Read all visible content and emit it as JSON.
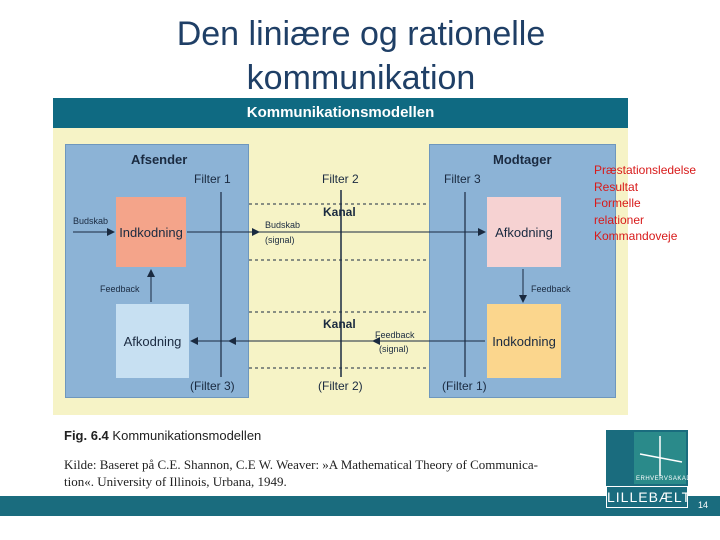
{
  "slide": {
    "title_line1": "Den liniære og rationelle",
    "title_line2": "kommunikation",
    "page_number": "14"
  },
  "figure": {
    "header": "Kommunikationsmodellen",
    "sender": {
      "label": "Afsender",
      "filter": "Filter 1",
      "filter_return": "(Filter 3)",
      "input_label": "Budskab",
      "encode_box": "Indkodning",
      "feedback_label": "Feedback",
      "decode_box": "Afkodning"
    },
    "channel": {
      "filter": "Filter 2",
      "filter_return": "(Filter 2)",
      "label_top": "Kanal",
      "message": "Budskab",
      "message_signal": "(signal)",
      "label_bottom": "Kanal",
      "feedback": "Feedback",
      "feedback_signal": "(signal)"
    },
    "receiver": {
      "label": "Modtager",
      "filter": "Filter 3",
      "filter_return": "(Filter 1)",
      "decode_box": "Afkodning",
      "feedback_label": "Feedback",
      "encode_box": "Indkodning"
    },
    "colors": {
      "header_bg": "#0f6a82",
      "figure_bg": "#f6f3c6",
      "panel_bg": "#8cb3d6",
      "encode_sender": "#f4a48a",
      "decode_sender": "#c7e0f2",
      "decode_receiver": "#f6d2d2",
      "encode_receiver": "#fbd68d"
    }
  },
  "caption": {
    "fig_no": "Fig. 6.4",
    "fig_title": "Kommunikationsmodellen",
    "source_line1": "Kilde: Baseret på C.E. Shannon, C.E W. Weaver: »A Mathematical Theory of Communica-",
    "source_line2": "tion«. University of Illinois, Urbana, 1949."
  },
  "side_list": [
    "Præstationsledelse",
    "Resultat",
    "Formelle",
    "relationer",
    "Kommandoveje"
  ],
  "logo": {
    "small_text": "ERHVERVSAKADEMIET",
    "name": "LILLEBÆLT"
  }
}
